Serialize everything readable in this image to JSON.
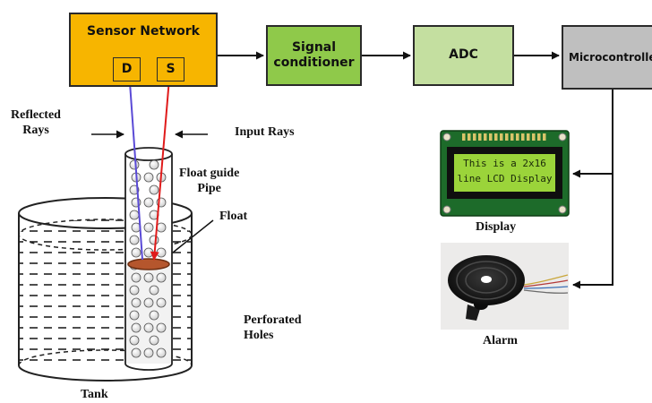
{
  "blocks": {
    "sensor_network": "Sensor Network",
    "detector": "D",
    "source": "S",
    "signal_conditioner": "Signal\nconditioner",
    "adc": "ADC",
    "microcontroller": "Microcontroller"
  },
  "labels": {
    "reflected_rays": "Reflected\nRays",
    "input_rays": "Input Rays",
    "float_guide_pipe": "Float guide\nPipe",
    "float": "Float",
    "perforated_holes": "Perforated\nHoles",
    "tank": "Tank",
    "display": "Display",
    "alarm": "Alarm"
  },
  "lcd": {
    "line1": "This is a 2x16",
    "line2": "line LCD Display"
  },
  "colors": {
    "sensor_block": "#f7b500",
    "signal_block": "#8fc94a",
    "adc_block": "#c4dfa0",
    "micro_block": "#bfbfbf",
    "reflected_ray": "#5a4ad6",
    "input_ray": "#e01b1b",
    "float": "#b5562d",
    "lcd_screen": "#9bd43a"
  }
}
